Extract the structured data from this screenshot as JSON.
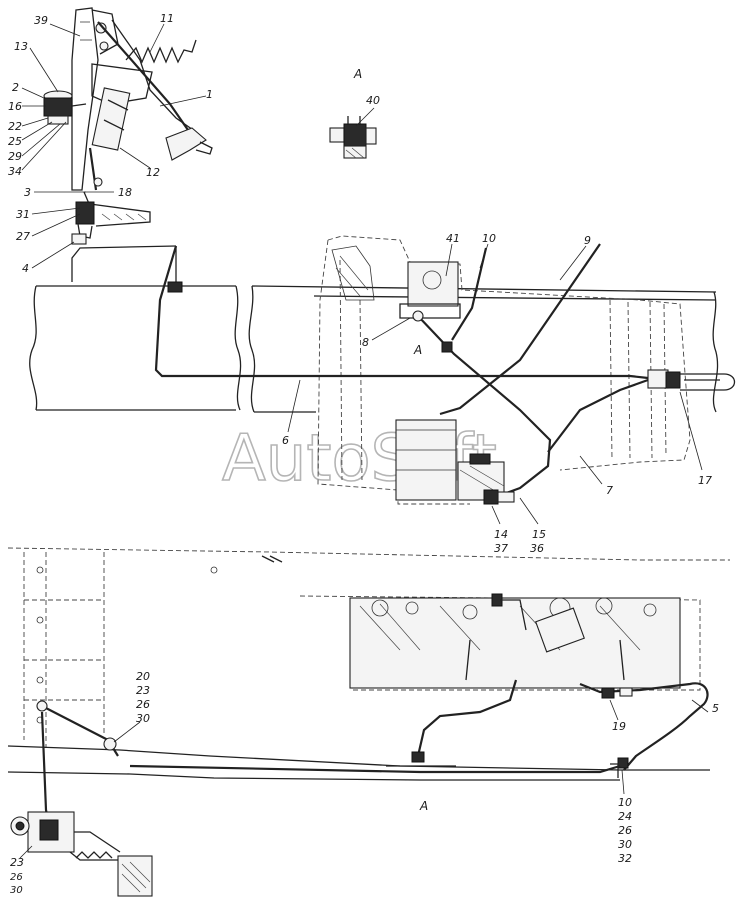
{
  "watermark": "AutoSoft",
  "view_labels": {
    "inset": "A",
    "valve_marker": "A",
    "bottom_marker": "A"
  },
  "callouts": {
    "c39": "39",
    "c13": "13",
    "c2": "2",
    "c16": "16",
    "c22": "22",
    "c25": "25",
    "c29": "29",
    "c34": "34",
    "c3": "3",
    "c31": "31",
    "c27": "27",
    "c4": "4",
    "c11": "11",
    "c1": "1",
    "c12": "12",
    "c18": "18",
    "c40": "40",
    "c41": "41",
    "c10": "10",
    "c9": "9",
    "c8": "8",
    "c6": "6",
    "c17": "17",
    "c7": "7",
    "c14": "14",
    "c37": "37",
    "c15": "15",
    "c36": "36",
    "c5": "5",
    "c19": "19",
    "b20": "20",
    "b23": "23",
    "b26": "26",
    "b30": "30",
    "d10": "10",
    "d24": "24",
    "d26": "26",
    "d30": "30",
    "d32": "32",
    "e23": "23",
    "e26": "26",
    "e30": "30"
  }
}
